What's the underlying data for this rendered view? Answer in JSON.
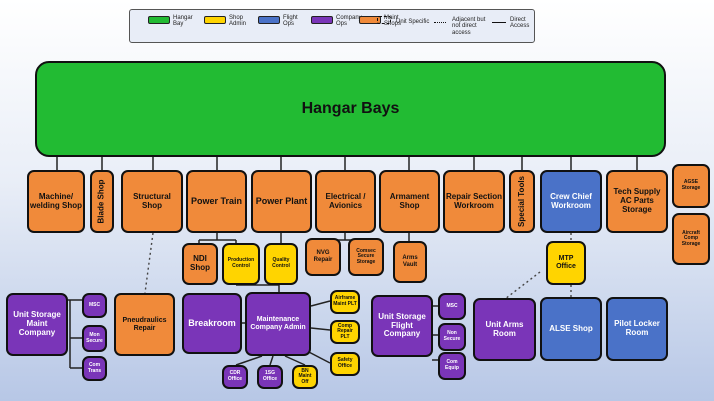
{
  "legend": {
    "hangar_bay": "Hangar Bay",
    "shop_admin": "Shop Admin",
    "flight_ops": "Flight Ops",
    "company_ops": "Company Ops",
    "maint_shops": "Maint Shops",
    "unit_specific": "Unit Specific",
    "adjacent": "Adjacent but not direct access",
    "direct": "Direct Access"
  },
  "colors": {
    "green": "#22bb33",
    "orange": "#f08a3a",
    "yellow": "#ffd400",
    "purple": "#7a35b8",
    "blue": "#4a72c8"
  },
  "nodes": {
    "hangar_bays": "Hangar Bays",
    "machine_welding": "Machine/ welding Shop",
    "blade_shop": "Blade Shop",
    "structural": "Structural Shop",
    "power_train": "Power Train",
    "power_plant": "Power Plant",
    "electrical": "Electrical / Avionics",
    "armament": "Armament Shop",
    "repair_section": "Repair Section Workroom",
    "special_tools": "Special Tools",
    "crew_chief": "Crew Chief Workroom",
    "tech_supply": "Tech Supply AC Parts Storage",
    "agse_storage": "AGSE Storage",
    "aircraft_comp_storage": "Aircraft Comp Storage",
    "ndi": "NDI Shop",
    "production_control": "Production Control",
    "quality_control": "Quality Control",
    "nvg": "NVG Repair",
    "comsec": "Comsec Secure Storage",
    "arms_vault": "Arms Vault",
    "mtp": "MTP Office",
    "unit_storage_maint": "Unit Storage Maint Company",
    "msc1": "MSC",
    "mon_secure1": "Mon Secure",
    "com_trans": "Com Trans",
    "pneudraulics": "Pneudraulics Repair",
    "breakroom": "Breakroom",
    "maint_admin": "Maintenance Company Admin",
    "airframe": "Airframe Maint PLT",
    "comp_repair": "Comp Repair PLT",
    "safety": "Safety Office",
    "cdr": "CDR Office",
    "first_sgt": "1SG Office",
    "bn_maint": "BN Maint Off",
    "unit_storage_flight": "Unit Storage Flight Company",
    "msc2": "MSC",
    "non_secure2": "Non Secure",
    "com_equip": "Com Equip",
    "unit_arms": "Unit Arms Room",
    "alse": "ALSE Shop",
    "pilot_locker": "Pilot Locker Room"
  }
}
